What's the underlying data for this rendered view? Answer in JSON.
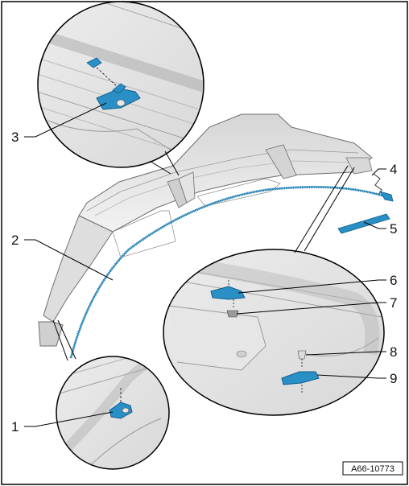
{
  "callouts": {
    "c1": "1",
    "c2": "2",
    "c3": "3",
    "c4": "4",
    "c5": "5",
    "c6": "6",
    "c7": "7",
    "c8": "8",
    "c9": "9"
  },
  "reference": "A66-10773",
  "colors": {
    "part_blue": "#2a8fc4",
    "part_blue_dark": "#0f5f8f",
    "body_grey": "#e3e3e3",
    "body_line": "#6e6e6e",
    "frame": "#000000"
  }
}
